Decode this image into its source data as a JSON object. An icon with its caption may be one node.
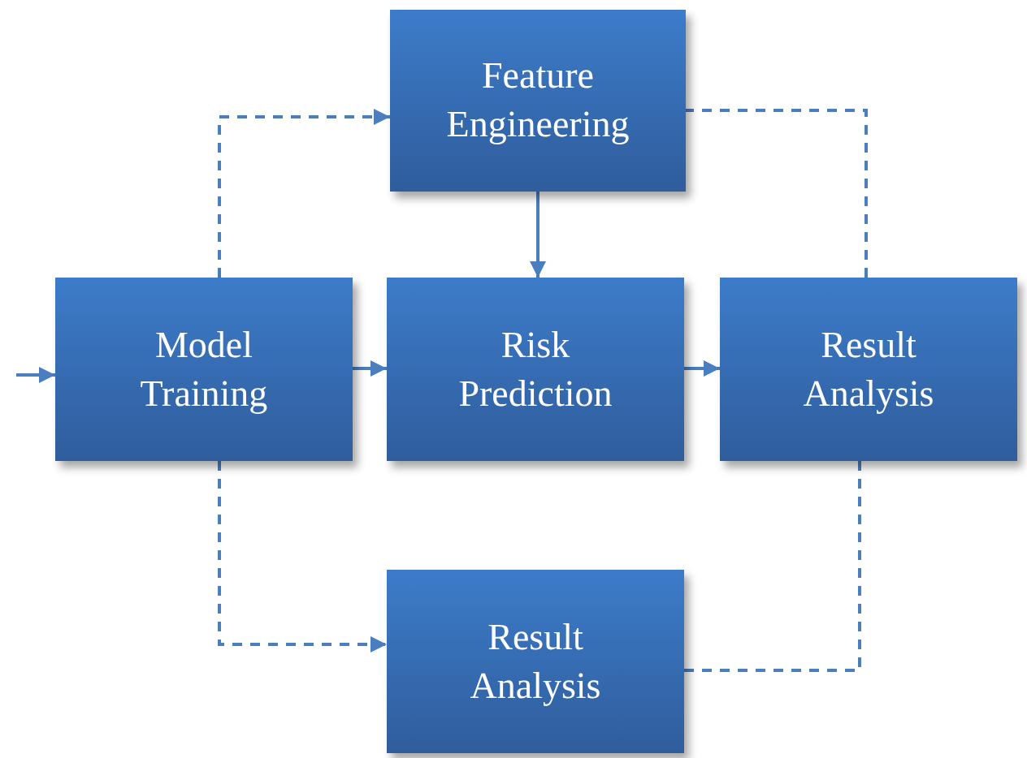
{
  "diagram": {
    "nodes": [
      {
        "text": [
          "Feature Engineering"
        ]
      },
      {
        "text": [
          "Model Training"
        ]
      },
      {
        "text": [
          "Risk Prediction"
        ]
      },
      {
        "text": [
          "Result Analysis"
        ]
      },
      {
        "text": [
          "Result Analysis"
        ]
      }
    ],
    "edges": [
      {
        "from": null,
        "to": 1,
        "arrow": "to"
      },
      {
        "from": 1,
        "to": 2,
        "arrow": "to"
      },
      {
        "from": 2,
        "to": 3,
        "arrow": "to"
      },
      {
        "from": 0,
        "to": 2,
        "arrow": "to"
      },
      {
        "from": 1,
        "to": 0,
        "arrow": "to",
        "style": "dashed"
      },
      {
        "from": 3,
        "to": 0,
        "arrow": "none",
        "style": "dashed"
      },
      {
        "from": 1,
        "to": 4,
        "arrow": "to",
        "style": "dashed"
      },
      {
        "from": 3,
        "to": 4,
        "arrow": "none",
        "style": "dashed"
      }
    ]
  }
}
